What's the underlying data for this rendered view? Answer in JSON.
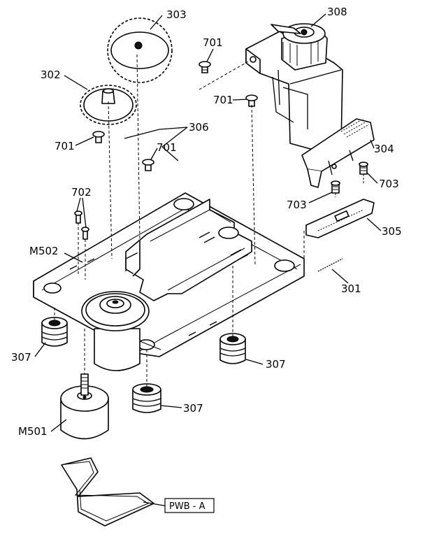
{
  "labels": {
    "l303": "303",
    "l308": "308",
    "l701a": "701",
    "l302": "302",
    "l701b": "701",
    "l306": "306",
    "l701c": "701",
    "l701d": "701",
    "l304": "304",
    "l703a": "703",
    "l702": "702",
    "l703b": "703",
    "l305": "305",
    "lM502": "M502",
    "l301": "301",
    "l307a": "307",
    "l307b": "307",
    "l307c": "307",
    "lM501": "M501",
    "lPWB": "PWB - A"
  }
}
